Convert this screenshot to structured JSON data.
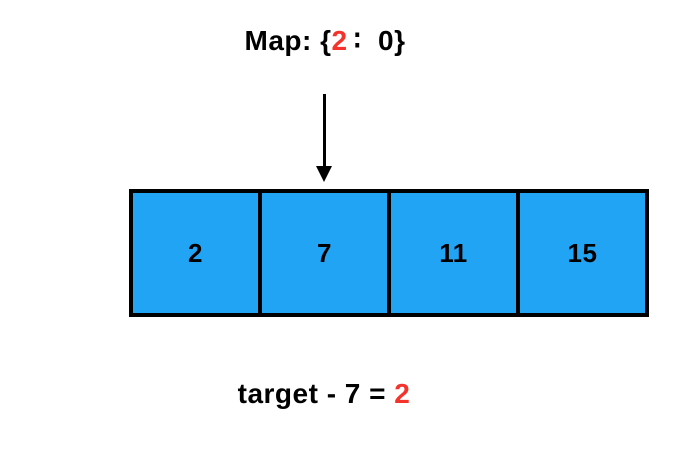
{
  "map": {
    "prefix": "Map: {",
    "highlight_key": "2",
    "suffix": " ∶  0}"
  },
  "array": {
    "cells": [
      "2",
      "7",
      "11",
      "15"
    ],
    "pointed_index": 1
  },
  "equation": {
    "prefix": "target - 7 = ",
    "highlight": "2"
  },
  "colors": {
    "cell_blue": "#22a4f5",
    "accent_red": "#f4342c",
    "line_black": "#000000",
    "background": "#ffffff"
  }
}
